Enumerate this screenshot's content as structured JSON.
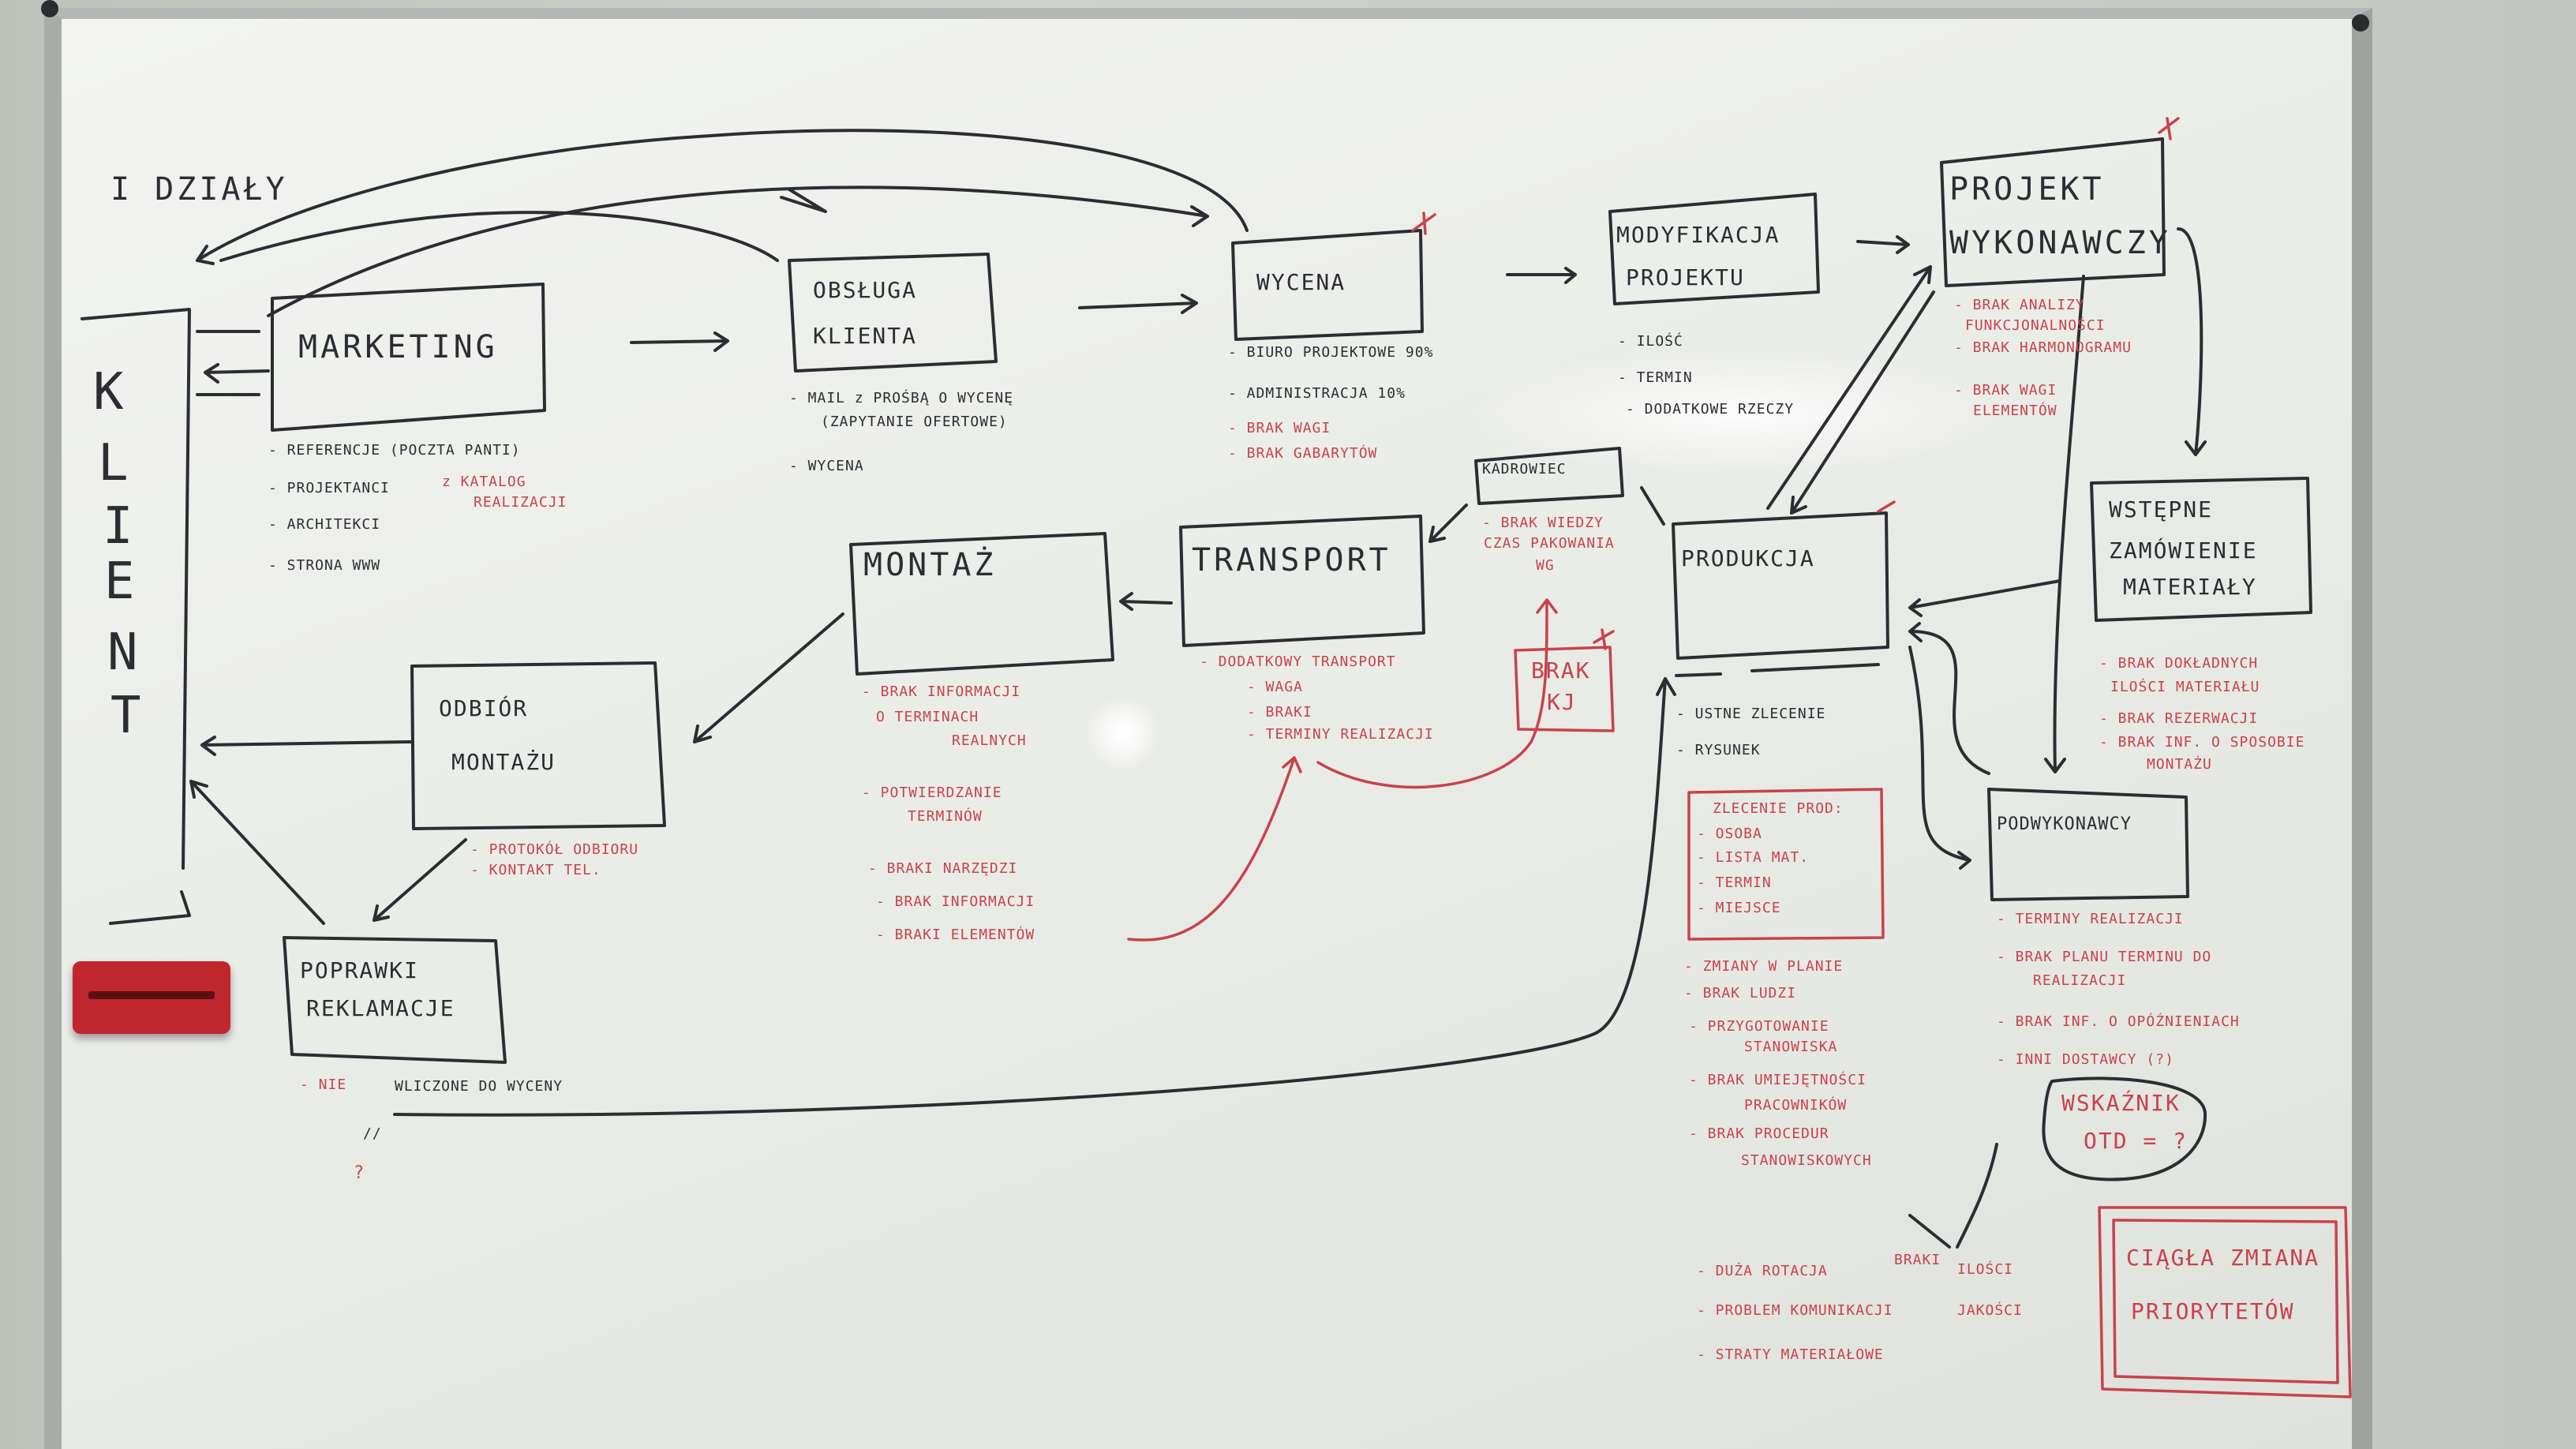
{
  "headings": {
    "dzialy": "I DZIAŁY",
    "klient_letters": [
      "K",
      "L",
      "I",
      "E",
      "N",
      "T"
    ]
  },
  "boxes": {
    "marketing": "MARKETING",
    "obsluga": [
      "OBSŁUGA",
      "KLIENTA"
    ],
    "wycena": "WYCENA",
    "modyfikacja": [
      "MODYFIKACJA",
      "PROJEKTU"
    ],
    "projekt": [
      "PROJEKT",
      "WYKONAWCZY"
    ],
    "montaz": "MONTAŻ",
    "transport": "TRANSPORT",
    "kadrowiec": "KADROWIEC",
    "produkcja": "PRODUKCJA",
    "wstepne": [
      "WSTĘPNE",
      "ZAMÓWIENIE",
      "MATERIAŁY"
    ],
    "odbior": [
      "ODBIÓR",
      "MONTAŻU"
    ],
    "podwykonawcy": "PODWYKONAWCY",
    "poprawki": [
      "POPRAWKI",
      "REKLAMACJE"
    ],
    "zlecenie_prod": [
      "ZLECENIE PROD:",
      "- OSOBA",
      "- LISTA MAT.",
      "- TERMIN",
      "- MIEJSCE"
    ],
    "wskaznik": [
      "WSKAŹNIK",
      "OTD = ?"
    ],
    "ciagle_zmiany": [
      "CIĄGŁA ZMIANA",
      "PRIORYTETÓW"
    ]
  },
  "notes": {
    "marketing": [
      "- REFERENCJE (POCZTA PANTI)",
      "- PROJEKTANCI",
      "- ARCHITEKCI",
      "- STRONA WWW"
    ],
    "marketing_red": [
      "z KATALOG",
      "REALIZACJI"
    ],
    "obsluga": [
      "- MAIL z PROŚBĄ O WYCENĘ",
      "(ZAPYTANIE OFERTOWE)",
      "- WYCENA"
    ],
    "wycena": [
      "- BIURO PROJEKTOWE 90%",
      "- ADMINISTRACJA 10%"
    ],
    "wycena_red": [
      "- BRAK WAGI",
      "- BRAK GABARYTÓW"
    ],
    "modyfikacja": [
      "- ILOŚĆ",
      "- TERMIN",
      "- DODATKOWE RZECZY"
    ],
    "projekt_red": [
      "- BRAK ANALIZY",
      "FUNKCJONALNOŚCI",
      "- BRAK HARMONOGRAMU",
      "- BRAK WAGI",
      "ELEMENTÓW"
    ],
    "kadrowiec_red": [
      "- BRAK WIEDZY",
      "CZAS PAKOWANIA",
      "WG"
    ],
    "montaz_red": [
      "- BRAK INFORMACJI",
      "O TERMINACH",
      "REALNYCH",
      "- POTWIERDZANIE",
      "TERMINÓW",
      "- BRAKI NARZĘDZI",
      "- BRAK INFORMACJI",
      "- BRAKI ELEMENTÓW"
    ],
    "transport_red": [
      "- DODATKOWY TRANSPORT",
      "- WAGA",
      "- BRAKI",
      "- TERMINY REALIZACJI"
    ],
    "brak_kj": [
      "BRAK",
      "KJ"
    ],
    "odbior_red": [
      "- PROTOKÓŁ ODBIORU",
      "- KONTAKT TEL."
    ],
    "poprawki": [
      "- NIE",
      "WLICZONE DO WYCENY",
      "//",
      "?"
    ],
    "produkcja": [
      "- USTNE ZLECENIE",
      "- RYSUNEK"
    ],
    "produkcja_red": [
      "- ZMIANY W PLANIE",
      "- BRAK LUDZI",
      "- PRZYGOTOWANIE",
      "STANOWISKA",
      "- BRAK UMIEJĘTNOŚCI",
      "PRACOWNIKÓW",
      "- BRAK PROCEDUR",
      "STANOWISKOWYCH"
    ],
    "wstepne_red": [
      "- BRAK DOKŁADNYCH",
      "ILOŚCI MATERIAŁU",
      "- BRAK REZERWACJI",
      "- BRAK INF. O SPOSOBIE",
      "MONTAŻU"
    ],
    "podwykonawcy_red": [
      "- TERMINY REALIZACJI",
      "- BRAK PLANU TERMINU DO",
      "REALIZACJI",
      "- BRAK INF. O OPÓŹNIENIACH",
      "- INNI DOSTAWCY (?)"
    ],
    "bottom_red": [
      "- DUŻA ROTACJA",
      "- PROBLEM KOMUNIKACJI",
      "- STRATY MATERIAŁOWE"
    ],
    "braki_red": [
      "BRAKI",
      "ILOŚCI",
      "JAKOŚCI"
    ]
  },
  "colors": {
    "ink_black": "#2b2d33",
    "ink_red": "#c7434b",
    "eraser": "#c0262d"
  }
}
